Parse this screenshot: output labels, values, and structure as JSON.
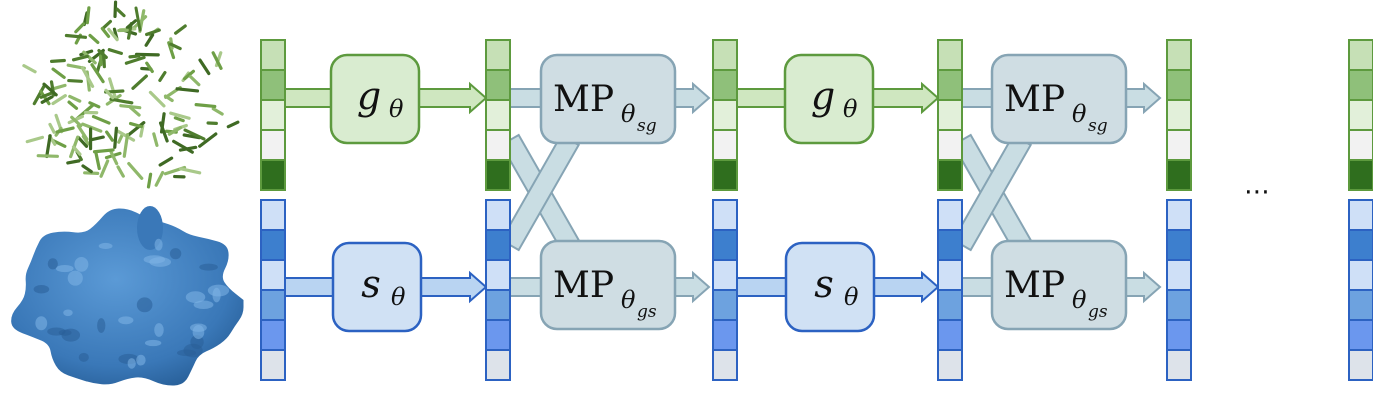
{
  "colors": {
    "green_stroke": "#5d9a3e",
    "green_fill": "#d9ecd0",
    "green_arrow_fill": "#cfe7c0",
    "green_cells": [
      "#c6e0b6",
      "#8fc07a",
      "#e2f0da",
      "#f2f2f2",
      "#2f6e1e"
    ],
    "blue_stroke": "#2c62c2",
    "blue_fill": "#d0e1f4",
    "blue_arrow_fill": "#b9d4f2",
    "blue_cells": [
      "#cfe0f7",
      "#3d7fce",
      "#cfe0f7",
      "#6da2df",
      "#6b97ee",
      "#dde3ea"
    ],
    "mp_stroke": "#86a4b4",
    "mp_fill": "#cfdde3",
    "mp_arrow_fill": "#c9dde3"
  },
  "labels": {
    "g_main": "g",
    "g_sub": "θ",
    "s_main": "s",
    "s_sub": "θ",
    "mp_main": "MP",
    "mp_theta": "θ",
    "mp_sg_sub": "sg",
    "mp_gs_sub": "gs",
    "ellipsis": "⋯"
  },
  "images": {
    "top": "green-stick-molecule",
    "bottom": "blue-protein-surface"
  }
}
